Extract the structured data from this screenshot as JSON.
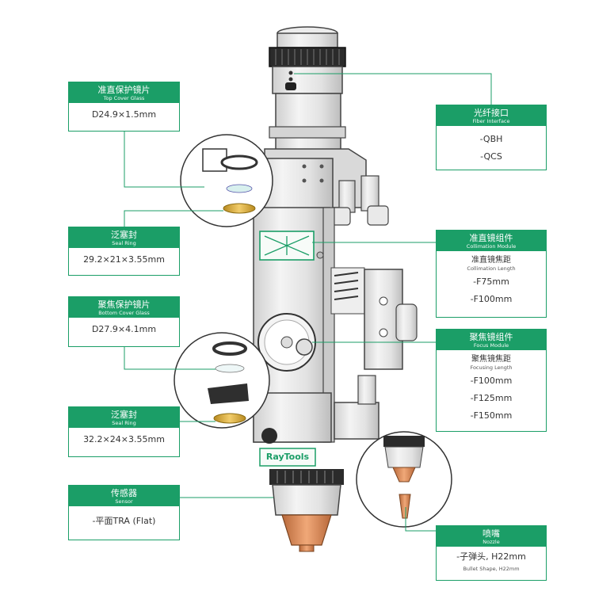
{
  "colors": {
    "accent": "#1b9e67",
    "line": "#1b9e67",
    "metal": "#e6e6e6",
    "dark": "#2b2b2b",
    "brass": "#d8a434",
    "copper": "#d7874a"
  },
  "brand": "RayTools",
  "cards": {
    "top_cover": {
      "zh": "准直保护镜片",
      "en": "Top Cover Glass",
      "values": [
        "D24.9×1.5mm"
      ]
    },
    "seal_ring_1": {
      "zh": "泛塞封",
      "en": "Seal Ring",
      "values": [
        "29.2×21×3.55mm"
      ]
    },
    "bottom_cover": {
      "zh": "聚焦保护镜片",
      "en": "Bottom Cover Glass",
      "values": [
        "D27.9×4.1mm"
      ]
    },
    "seal_ring_2": {
      "zh": "泛塞封",
      "en": "Seal Ring",
      "values": [
        "32.2×24×3.55mm"
      ]
    },
    "sensor": {
      "zh": "传感器",
      "en": "Sensor",
      "values": [
        "-平面TRA (Flat)"
      ]
    },
    "fiber": {
      "zh": "光纤接口",
      "en": "Fiber Interface",
      "values": [
        "-QBH",
        "-QCS"
      ]
    },
    "collimation": {
      "zh": "准直镜组件",
      "en": "Collimation Module",
      "sub_zh": "准直镜焦距",
      "sub_en": "Collimation Length",
      "values": [
        "-F75mm",
        "-F100mm"
      ]
    },
    "focus": {
      "zh": "聚焦镜组件",
      "en": "Focus Module",
      "sub_zh": "聚焦镜焦距",
      "sub_en": "Focusing Length",
      "values": [
        "-F100mm",
        "-F125mm",
        "-F150mm"
      ]
    },
    "nozzle": {
      "zh": "喷嘴",
      "en": "Nozzle",
      "values": [
        "-子弹头, H22mm"
      ],
      "small": "Bullet Shape, H22mm"
    }
  }
}
